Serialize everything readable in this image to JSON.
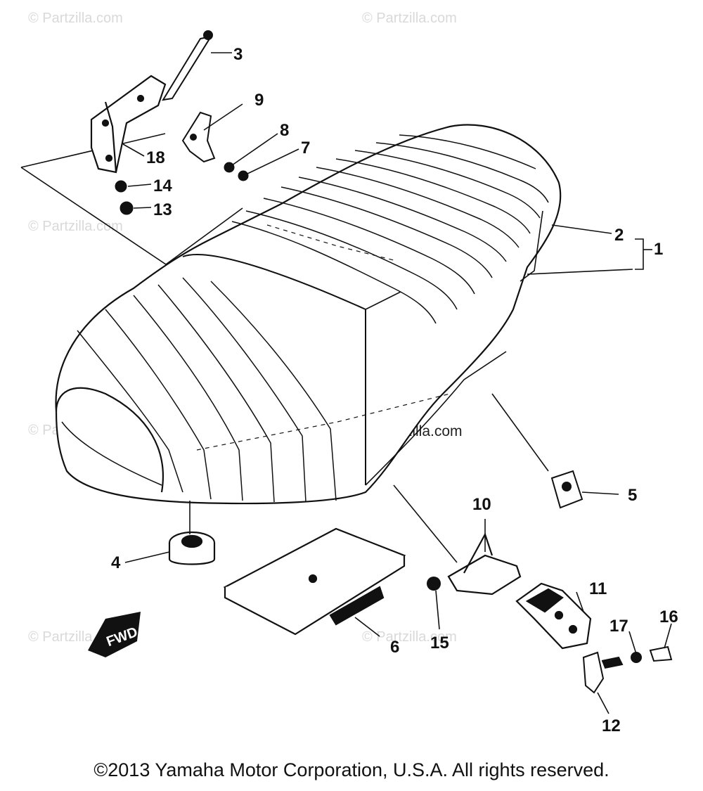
{
  "watermark": "© Partzilla.com",
  "fwd_label": "FWD",
  "callouts": [
    "1",
    "2",
    "3",
    "4",
    "5",
    "6",
    "7",
    "8",
    "9",
    "10",
    "11",
    "12",
    "13",
    "14",
    "15",
    "16",
    "17",
    "18"
  ],
  "copyright": "©2013 Yamaha Motor Corporation, U.S.A. All rights reserved."
}
